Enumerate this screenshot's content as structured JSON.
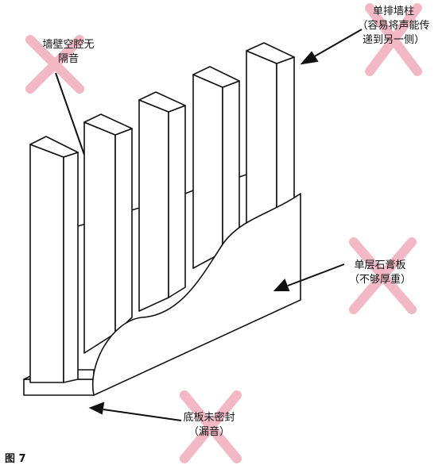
{
  "figure": {
    "caption": "图 7"
  },
  "callouts": {
    "cavity": {
      "text": "墙壁空腔无\n隔音",
      "marked_wrong": true
    },
    "single_stud": {
      "text": "单排墙柱\n（容易将声能传\n递到另一侧）",
      "marked_wrong": true
    },
    "single_gypsum": {
      "text": "单层石膏板\n（不够厚重）",
      "marked_wrong": true
    },
    "bottom_plate": {
      "text": "底板未密封\n（漏音）",
      "marked_wrong": true
    }
  },
  "colors": {
    "line": "#111111",
    "cross_mark": "#f2b8c6"
  }
}
